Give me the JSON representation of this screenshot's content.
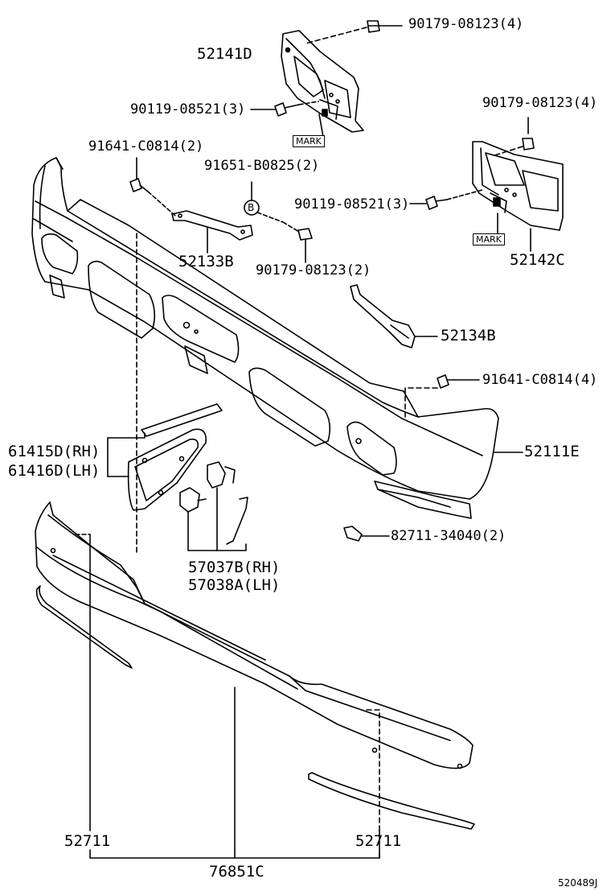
{
  "labels": {
    "p52141D": "52141D",
    "p90179_top": "90179-08123(4)",
    "p90119_top": "90119-08521(3)",
    "p90179_right": "90179-08123(4)",
    "p91641_left": "91641-C0814(2)",
    "p91651": "91651-B0825(2)",
    "p90119_right": "90119-08521(3)",
    "p52133B": "52133B",
    "p90179_mid": "90179-08123(2)",
    "p52142C": "52142C",
    "p52134B": "52134B",
    "p91641_right": "91641-C0814(4)",
    "p61415D": "61415D(RH)",
    "p61416D": "61416D(LH)",
    "p52111E": "52111E",
    "p57037B": "57037B(RH)",
    "p57038A": "57038A(LH)",
    "p82711": "82711-34040(2)",
    "p52711_left": "52711",
    "p52711_right": "52711",
    "p76851C": "76851C"
  },
  "markers": {
    "mark_top": "MARK",
    "mark_right": "MARK",
    "callout_b": "B"
  },
  "reference_code": "520489J"
}
